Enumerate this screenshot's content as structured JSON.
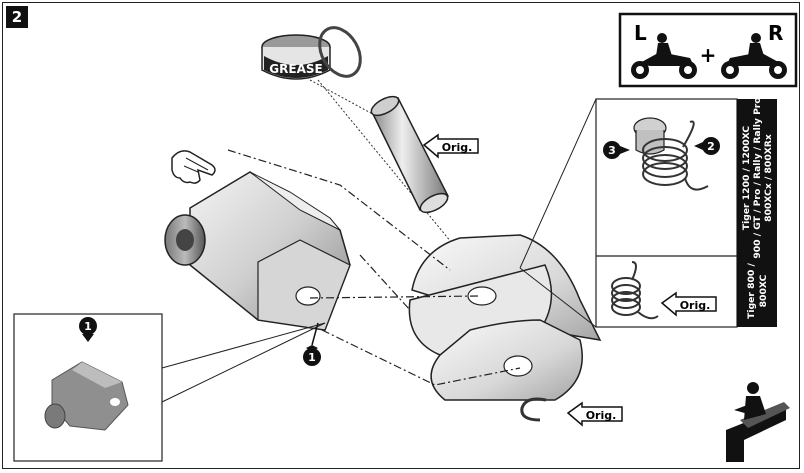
{
  "step_number": "2",
  "grease_label": "GREASE",
  "orig_label": "Orig.",
  "side_left": "L",
  "side_right": "R",
  "plus": "+",
  "callouts": {
    "one": "1",
    "two": "2",
    "three": "3"
  },
  "model_labels": {
    "top_line1": "Tiger 1200 / 1200XC",
    "top_line2": "900 / GT / Pro / Rally / Rally Pro",
    "top_line3": "800XCx / 800XRx",
    "bottom_line1": "Tiger 800 /",
    "bottom_line2": "800XC"
  },
  "icons": [
    "pointing-hand-icon",
    "rider-pair-icon",
    "tool-stand-icon"
  ]
}
